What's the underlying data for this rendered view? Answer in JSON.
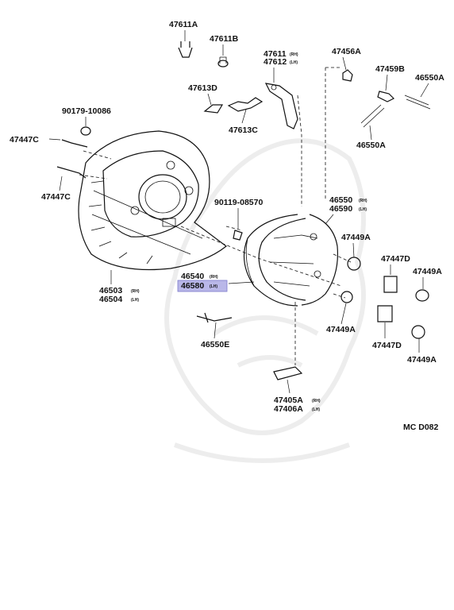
{
  "parts": {
    "p47611A": "47611A",
    "p47611B": "47611B",
    "p47611": "47611",
    "p47612": "47612",
    "p47456A": "47456A",
    "p47459B": "47459B",
    "p46550A_top": "46550A",
    "p47613D": "47613D",
    "p47613C": "47613C",
    "p90179": "90179-10086",
    "p46550A_mid": "46550A",
    "p47447C": "47447C",
    "p47447": "47447C",
    "p90119": "90119-08570",
    "p46550": "46550",
    "p46590": "46590",
    "p47449A_1": "47449A",
    "p47447D_1": "47447D",
    "p47449A_2": "47449A",
    "p46540": "46540",
    "p46580": "46580",
    "p46503": "46503",
    "p46504": "46504",
    "p47449A_3": "47449A",
    "p47447D_2": "47447D",
    "p46550E": "46550E",
    "p47449A_4": "47449A",
    "p47405A": "47405A",
    "p47406A": "47406A"
  },
  "side": {
    "rh": "(RH)",
    "lh": "(LH)"
  },
  "diagram_code": "MC  D082",
  "highlight_color": "#b9b7e8"
}
